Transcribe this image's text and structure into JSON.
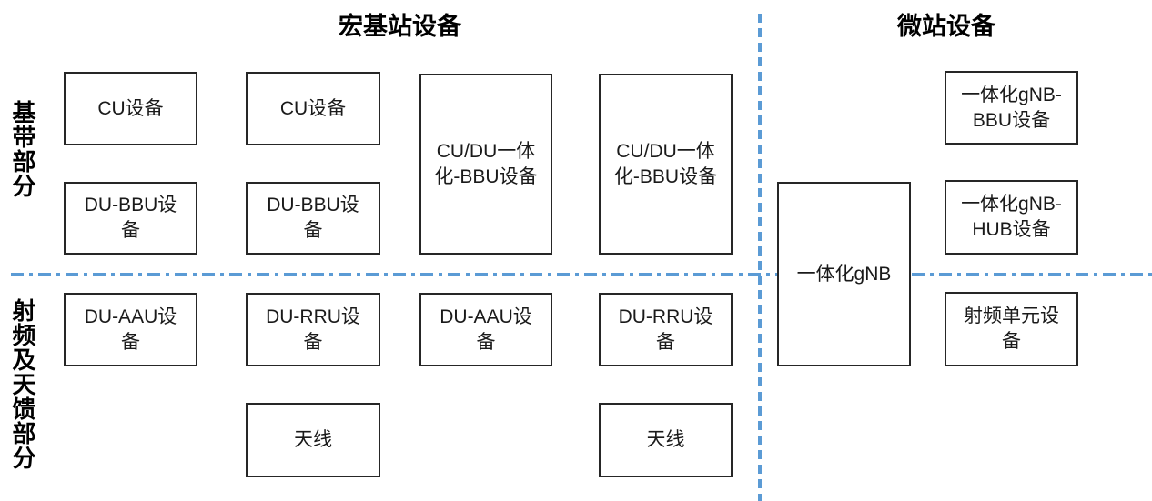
{
  "titles": {
    "macro": "宏基站设备",
    "micro": "微站设备"
  },
  "side_labels": {
    "baseband": "基带部分",
    "rf_antenna": "射频及天馈部分"
  },
  "colors": {
    "divider": "#5B9BD5",
    "box_border": "#262626",
    "text": "#1a1a1a",
    "bg": "#ffffff"
  },
  "boxes": {
    "cu_1": {
      "label": "CU设备"
    },
    "du_bbu_1": {
      "label": "DU-BBU设\n备"
    },
    "du_aau_1": {
      "label": "DU-AAU设\n备"
    },
    "cu_2": {
      "label": "CU设备"
    },
    "du_bbu_2": {
      "label": "DU-BBU设\n备"
    },
    "du_rru_2": {
      "label": "DU-RRU设\n备"
    },
    "antenna_2": {
      "label": "天线"
    },
    "cudu_bbu_3": {
      "label": "CU/DU一体\n化-BBU设备"
    },
    "du_aau_3": {
      "label": "DU-AAU设\n备"
    },
    "cudu_bbu_4": {
      "label": "CU/DU一体\n化-BBU设备"
    },
    "du_rru_4": {
      "label": "DU-RRU设\n备"
    },
    "antenna_4": {
      "label": "天线"
    },
    "gnb": {
      "label": "一体化gNB"
    },
    "gnb_bbu": {
      "label": "一体化gNB-\nBBU设备"
    },
    "gnb_hub": {
      "label": "一体化gNB-\nHUB设备"
    },
    "rf_unit": {
      "label": "射频单元设\n备"
    }
  }
}
